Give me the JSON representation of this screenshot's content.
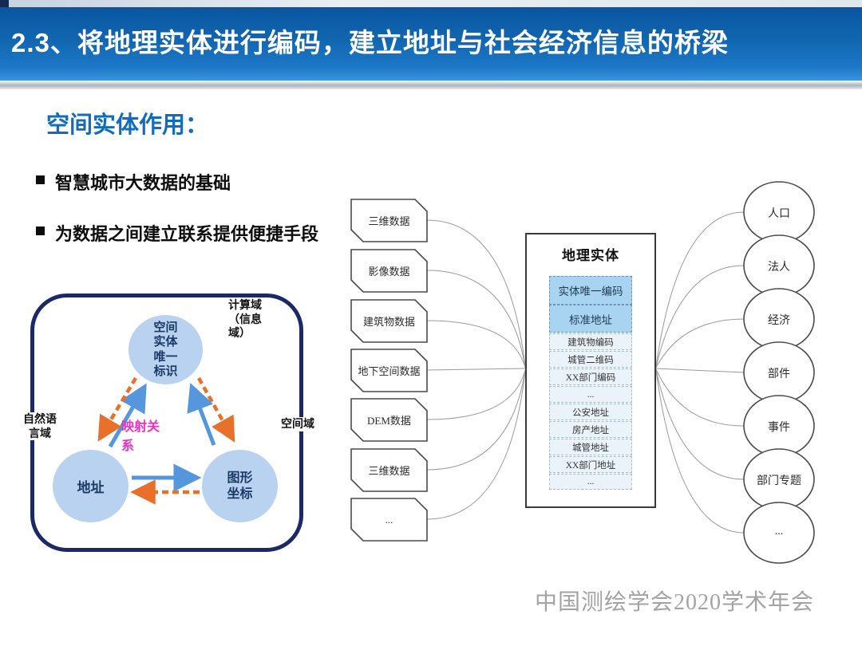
{
  "header": {
    "title": "2.3、将地理实体进行编码，建立地址与社会经济信息的桥梁"
  },
  "section": {
    "heading": "空间实体作用：",
    "bullets": [
      "智慧城市大数据的基础",
      "为数据之间建立联系提供便捷手段"
    ]
  },
  "triangle": {
    "top_circle": "空间\n实体\n唯一\n标识",
    "left_circle": "地址",
    "right_circle": "图形\n坐标",
    "mapping_label": "映射关\n系",
    "domain_top": "计算域\n（信息\n域）",
    "domain_left": "自然语\n言域",
    "domain_right": "空间域"
  },
  "data_sources": [
    "三维数据",
    "影像数据",
    "建筑物数据",
    "地下空间数据",
    "DEM数据",
    "三维数据",
    "..."
  ],
  "entity_box": {
    "title": "地理实体",
    "primary_rows": [
      "实体唯一编码",
      "标准地址"
    ],
    "secondary_rows": [
      "建筑物编码",
      "城管二维码",
      "XX部门编码",
      "...",
      "公安地址",
      "房产地址",
      "城管地址",
      "XX部门地址",
      "..."
    ]
  },
  "theme_circles": [
    "人口",
    "法人",
    "经济",
    "部件",
    "事件",
    "部门专题",
    "..."
  ],
  "footer": {
    "text": "中国测绘学会2020学术年会"
  },
  "colors": {
    "header_blue": "#1166b0",
    "heading_text": "#0f6cc0",
    "diagram_border": "#1b2a66",
    "circle_fill": "#b9d2f0",
    "circle_text": "#1b3a66",
    "mapping_pink": "#ee2fc4",
    "arrow_blue": "#5596dd",
    "arrow_orange": "#e8702a",
    "row_highlight": "#a8d4f2",
    "row_light": "#eaf3f9",
    "connector_gray": "#9a9a9a"
  }
}
